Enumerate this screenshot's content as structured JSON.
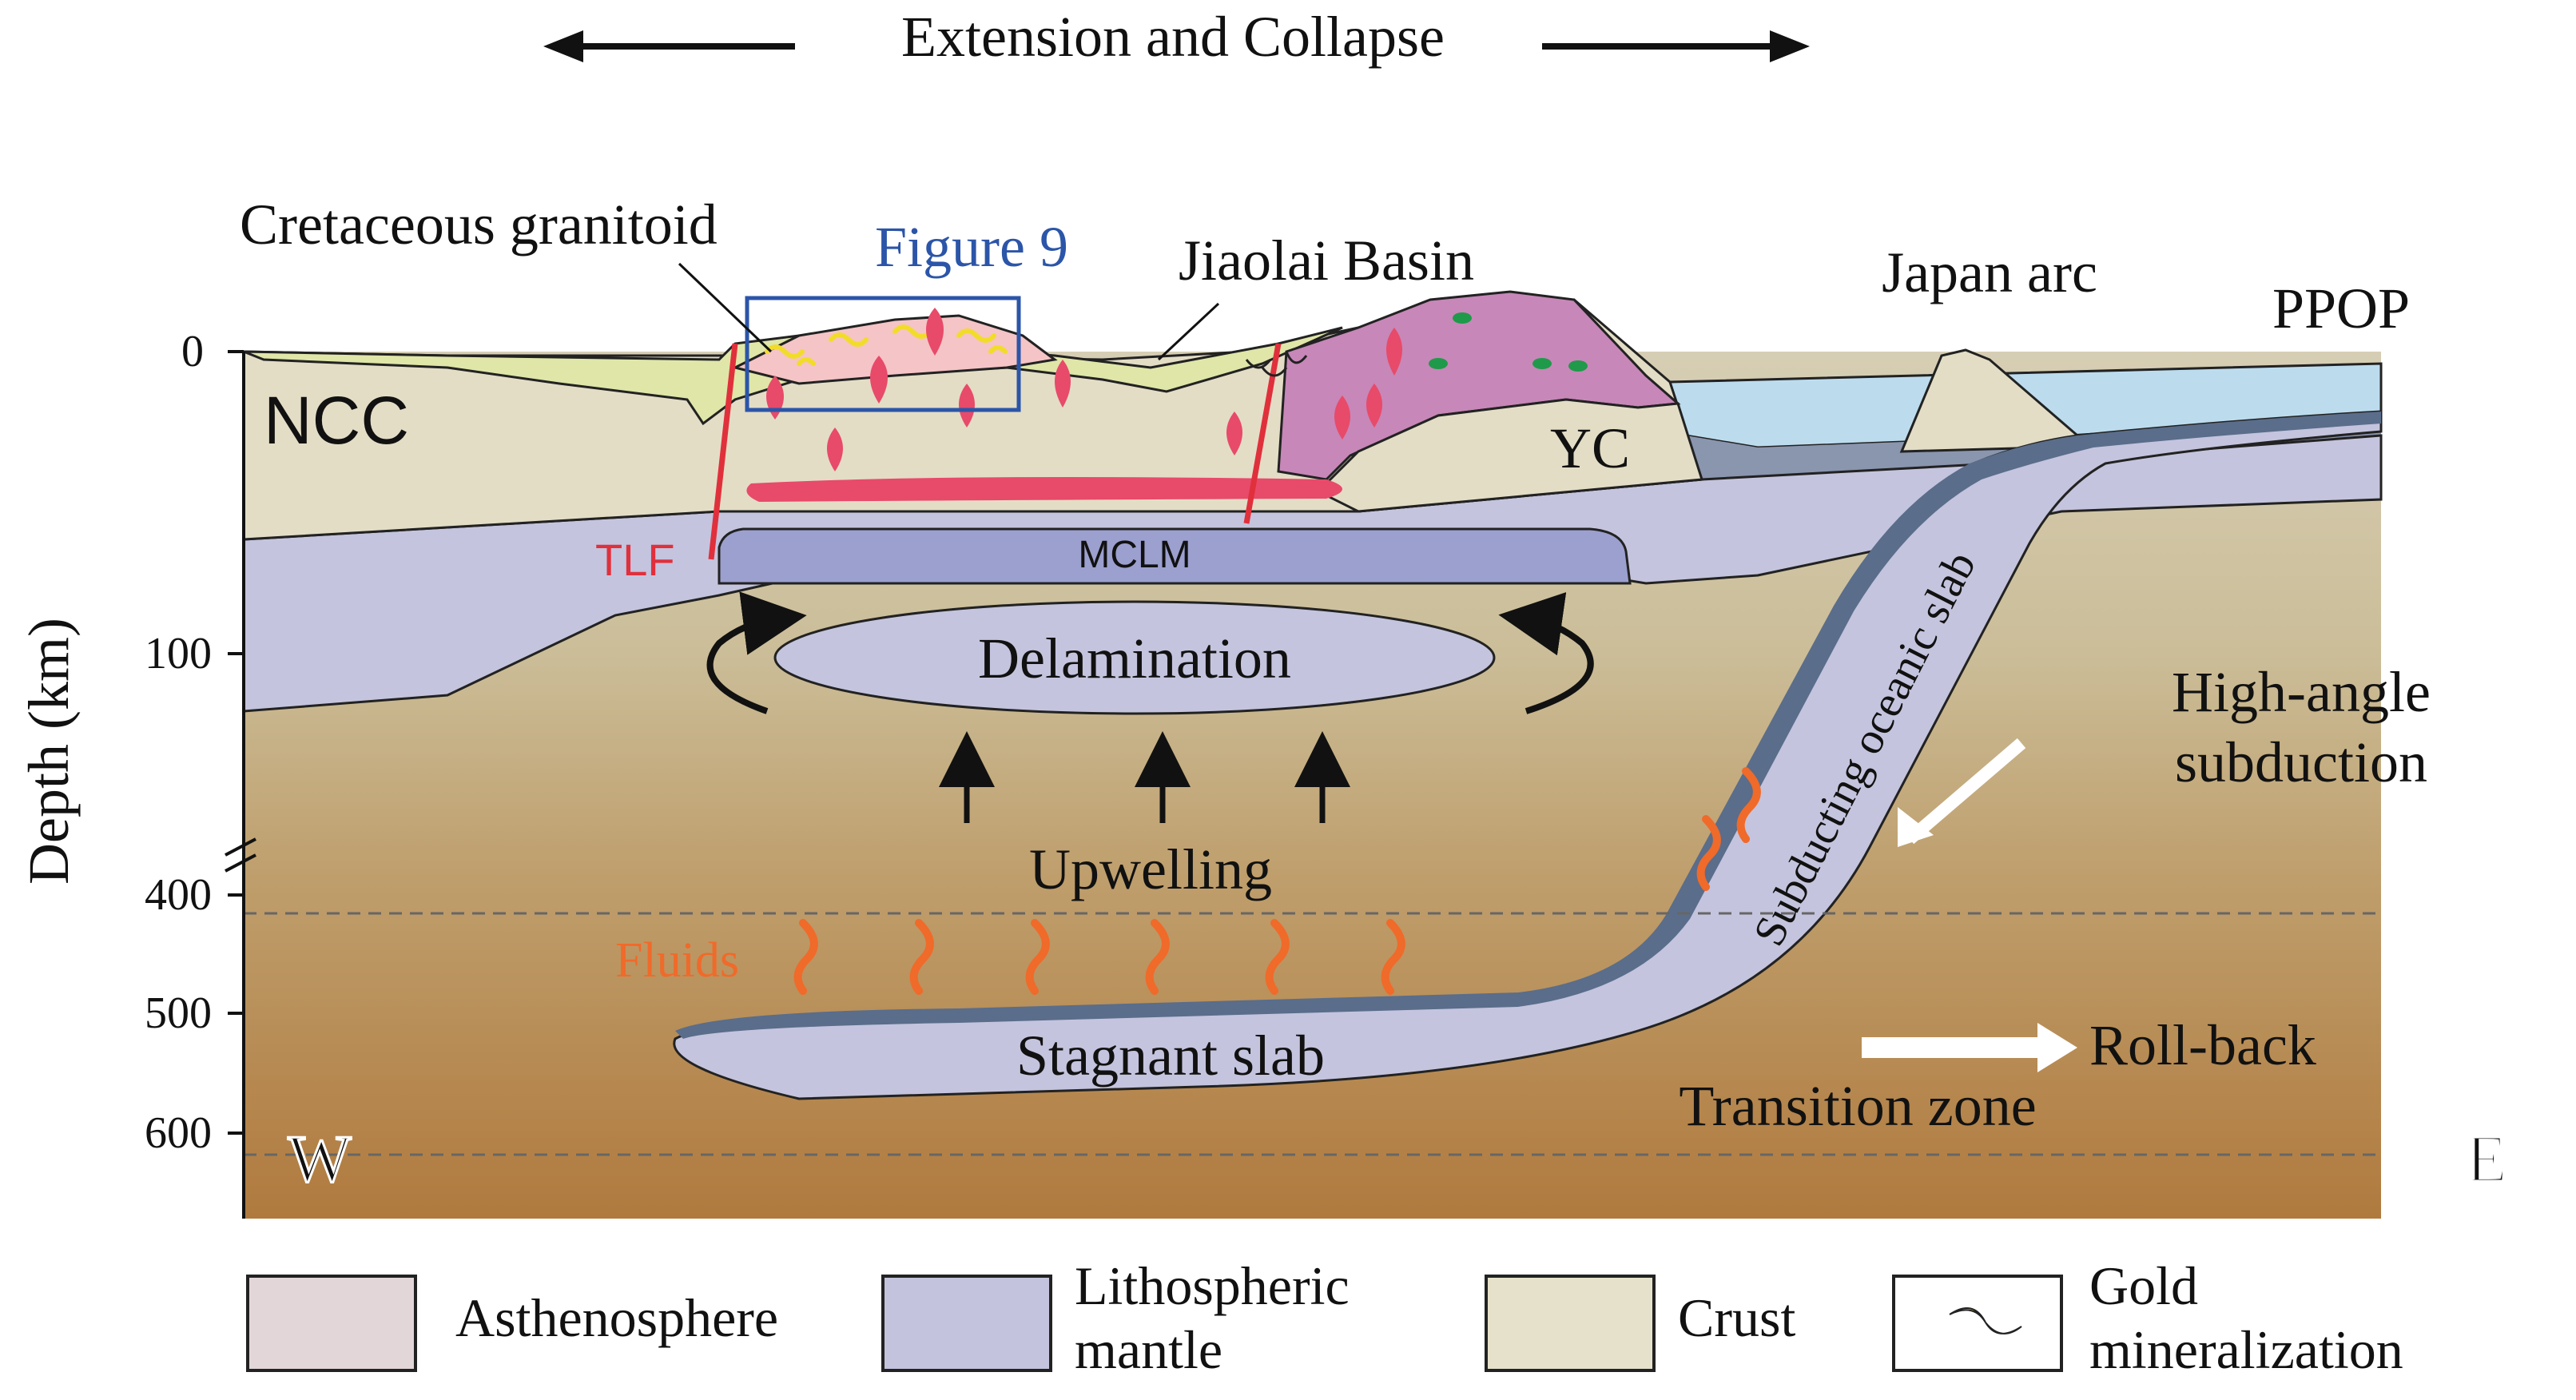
{
  "header": {
    "title": "Extension and Collapse"
  },
  "axis": {
    "label": "Depth (km)",
    "ticks": [
      "0",
      "100",
      "400",
      "500",
      "600"
    ]
  },
  "labels": {
    "cretaceous_granitoid": "Cretaceous granitoid",
    "figure_ref": "Figure 9",
    "jiaolai_basin": "Jiaolai Basin",
    "japan_arc": "Japan arc",
    "ppop": "PPOP",
    "ncc": "NCC",
    "yc": "YC",
    "tlf": "TLF",
    "mclm": "MCLM",
    "delamination": "Delamination",
    "high_angle_1": "High-angle",
    "high_angle_2": "subduction",
    "subducting_slab": "Subducting oceanic slab",
    "upwelling": "Upwelling",
    "fluids": "Fluids",
    "stagnant_slab": "Stagnant slab",
    "roll_back": "Roll-back",
    "transition_zone": "Transition zone",
    "west": "W",
    "east": "E"
  },
  "legend": [
    {
      "label_lines": [
        "Asthenosphere"
      ],
      "swatch": "#e2d6d8"
    },
    {
      "label_lines": [
        "Lithospheric",
        "mantle"
      ],
      "swatch": "#c3c3dd"
    },
    {
      "label_lines": [
        "Crust"
      ],
      "swatch": "#e6e1cb"
    },
    {
      "label_lines": [
        "Gold",
        "mineralization"
      ],
      "swatch": "#ffffff",
      "icon": "gold-squiggle"
    }
  ],
  "colors": {
    "crust": "#e3ddc6",
    "lithosphere": "#c4c4de",
    "mclm": "#9ca0cf",
    "basin": "#dfe6a8",
    "pluton": "#f5c4c6",
    "magma": "#e84a6a",
    "purple_terrane": "#c787b8",
    "ocean": "#bcdcee",
    "fault": "#e0303c",
    "fluid": "#f06a2a",
    "figure_box": "#2b55a8",
    "gold": "#f2dc2a"
  }
}
